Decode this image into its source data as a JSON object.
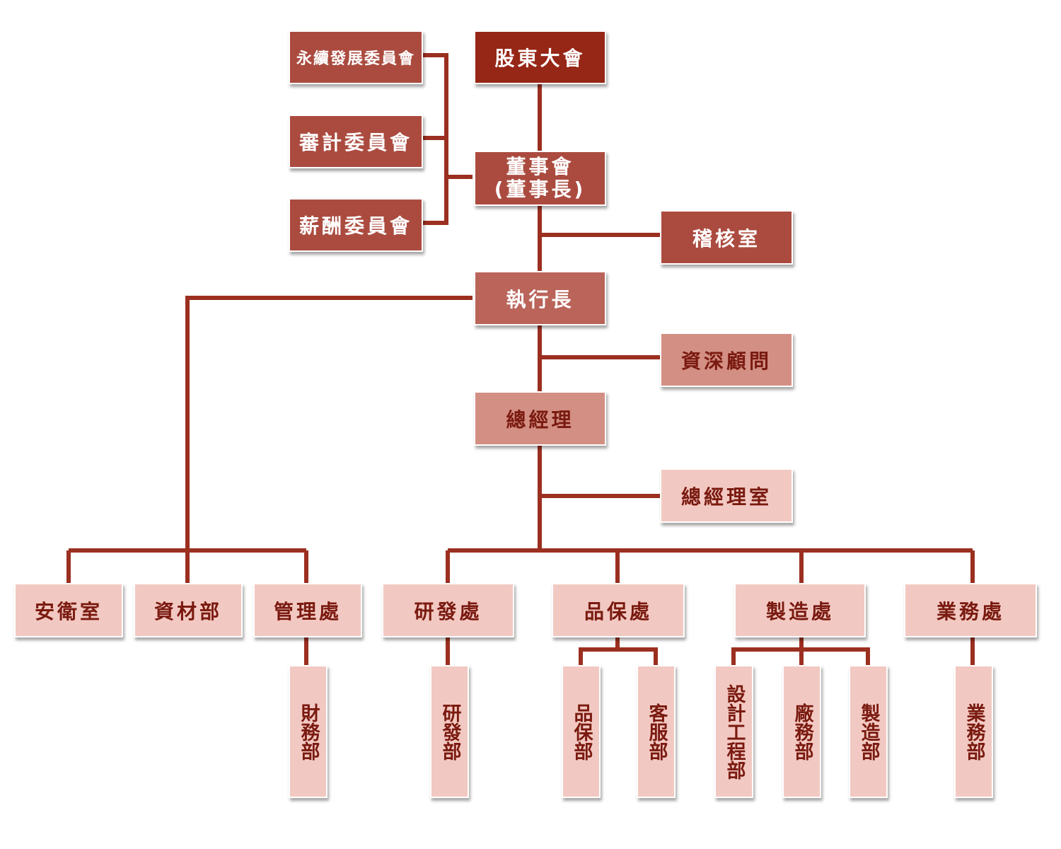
{
  "nodes": {
    "shareholders": "股東大會",
    "board_line1": "董事會",
    "board_line2": "(董事長)",
    "sustainability": "永續發展委員會",
    "audit_committee": "審計委員會",
    "remuneration": "薪酬委員會",
    "internal_audit": "稽核室",
    "ceo": "執行長",
    "senior_advisor": "資深顧問",
    "gm": "總經理",
    "gm_office": "總經理室",
    "safety": "安衛室",
    "materials": "資材部",
    "admin": "管理處",
    "rd_division": "研發處",
    "qa_division": "品保處",
    "mfg_division": "製造處",
    "sales_division": "業務處",
    "finance": "財務部",
    "rd_dept": "研發部",
    "qa_dept": "品保部",
    "cs_dept": "客服部",
    "design_eng": "設計工程部",
    "plant": "廠務部",
    "mfg_dept": "製造部",
    "sales_dept": "業務部"
  },
  "colors": {
    "line": "#9b2f20",
    "top": "#962616",
    "level2": "#ab4b3f",
    "level3": "#ba645a",
    "gm": "#d38f83",
    "unit": "#f2c9c2"
  }
}
